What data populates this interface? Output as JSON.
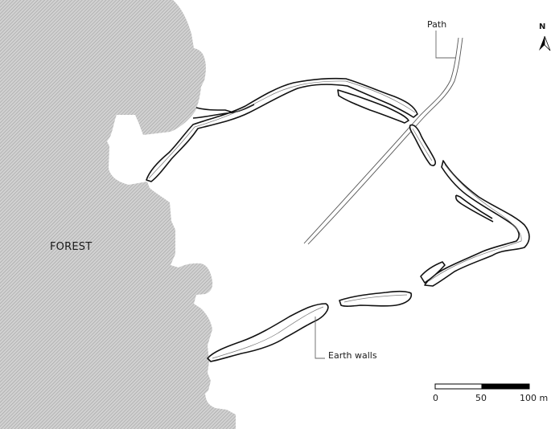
{
  "map": {
    "labels": {
      "forest": "FOREST",
      "path": "Path",
      "earth_walls": "Earth walls",
      "north": "N"
    },
    "scale_bar": {
      "ticks": [
        "0",
        "50",
        "100 m"
      ],
      "unit": "m",
      "segments": [
        {
          "from": 0,
          "to": 50,
          "fill": "#ffffff"
        },
        {
          "from": 50,
          "to": 100,
          "fill": "#000000"
        }
      ]
    },
    "colors": {
      "forest_fill": "#c8c8c8",
      "forest_hatch": "#9a9a9a",
      "wall_outline": "#111111",
      "wall_center_line": "#777777",
      "path_line": "#555555",
      "background": "#ffffff"
    },
    "icons": {
      "north_arrow": "north-arrow-icon"
    }
  }
}
